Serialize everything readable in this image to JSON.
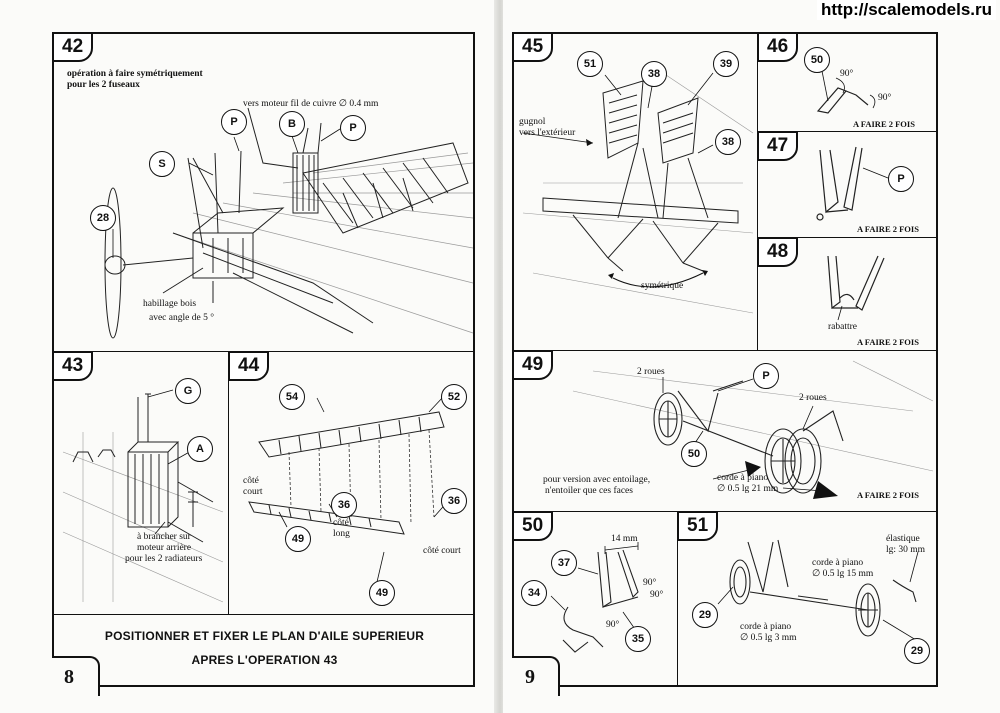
{
  "watermark": "http://scalemodels.ru",
  "left_page": {
    "page_number": "8",
    "step42": {
      "number": "42",
      "note_line1": "opération à faire symétriquement",
      "note_line2": "pour les 2 fuseaux",
      "wire_note": "vers moteur fil de cuivre ∅ 0.4 mm",
      "wood_note_line1": "habillage bois",
      "wood_note_line2": "avec angle de 5 °",
      "callouts": [
        "P",
        "B",
        "P",
        "S",
        "28"
      ]
    },
    "step43": {
      "number": "43",
      "note_line1": "à brancher sur",
      "note_line2": "moteur arrière",
      "note_line3": "pour les 2 radiateurs",
      "callouts": [
        "G",
        "A"
      ]
    },
    "step44": {
      "number": "44",
      "side_short1_line1": "côté",
      "side_short1_line2": "court",
      "side_long_line1": "côté",
      "side_long_line2": "long",
      "side_short2": "côté court",
      "callouts": [
        "54",
        "52",
        "36",
        "36",
        "49",
        "49"
      ]
    },
    "banner_line1": "POSITIONNER ET FIXER LE PLAN D'AILE SUPERIEUR",
    "banner_line2": "APRES L'OPERATION 43"
  },
  "right_page": {
    "page_number": "9",
    "step45": {
      "number": "45",
      "gugnol_line1": "gugnol",
      "gugnol_line2": "vers l'extérieur",
      "symmetric": "symétrique",
      "callouts": [
        "51",
        "38",
        "39",
        "38"
      ]
    },
    "step46": {
      "number": "46",
      "angle1": "90°",
      "angle2": "90°",
      "repeat": "A FAIRE 2 FOIS",
      "callouts": [
        "50"
      ]
    },
    "step47": {
      "number": "47",
      "repeat": "A FAIRE 2 FOIS",
      "callouts": [
        "P"
      ]
    },
    "step48": {
      "number": "48",
      "fold": "rabattre",
      "repeat": "A FAIRE 2 FOIS"
    },
    "step49": {
      "number": "49",
      "wheels1": "2 roues",
      "wheels2": "2 roues",
      "cover_line1": "pour version avec entoilage,",
      "cover_line2": "n'entoiler que ces faces",
      "piano_line1": "corde à piano",
      "piano_line2": "∅ 0.5 lg 21 mm",
      "repeat": "A FAIRE 2 FOIS",
      "callouts": [
        "P",
        "50"
      ]
    },
    "step50": {
      "number": "50",
      "dim": "14 mm",
      "angle1": "90°",
      "angle2": "90°",
      "angle3": "90°",
      "callouts": [
        "37",
        "34",
        "35"
      ]
    },
    "step51": {
      "number": "51",
      "elastic_line1": "élastique",
      "elastic_line2": "lg: 30 mm",
      "piano1_line1": "corde à piano",
      "piano1_line2": "∅ 0.5 lg 15 mm",
      "piano2_line1": "corde à piano",
      "piano2_line2": "∅ 0.5 lg 3 mm",
      "callouts": [
        "29",
        "29"
      ]
    }
  }
}
